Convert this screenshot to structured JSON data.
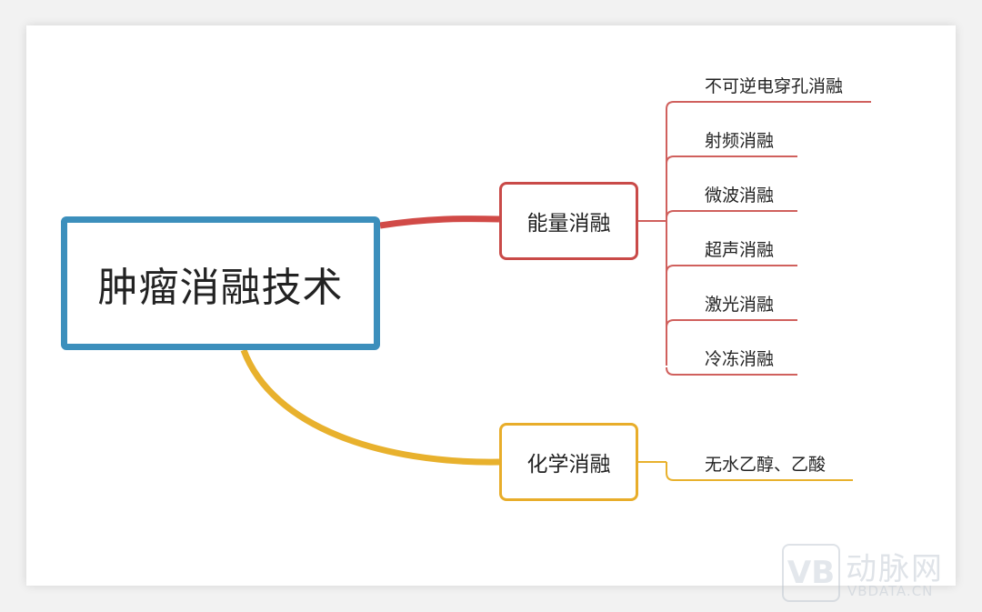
{
  "root": {
    "label": "肿瘤消融技术"
  },
  "branches": [
    {
      "label": "能量消融",
      "color": "#c94a48",
      "children": [
        "不可逆电穿孔消融",
        "射频消融",
        "微波消融",
        "超声消融",
        "激光消融",
        "冷冻消融"
      ]
    },
    {
      "label": "化学消融",
      "color": "#e8ad2a",
      "children": [
        "无水乙醇、乙酸"
      ]
    }
  ],
  "root_color": "#3c8fbc",
  "watermark": {
    "logo": "VB",
    "name": "动脉网",
    "url": "VBDATA.CN"
  }
}
